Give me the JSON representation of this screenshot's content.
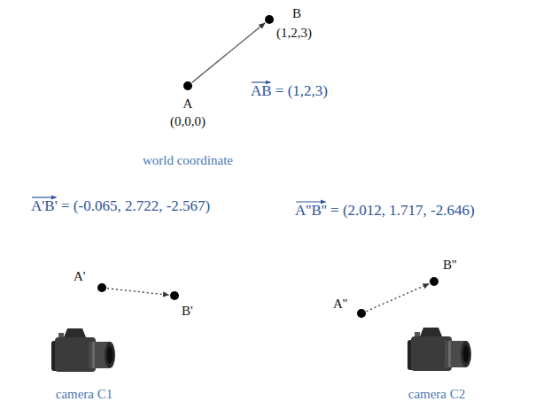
{
  "diagram": {
    "nodes": [
      {
        "text": [
          "B",
          "(1,2,3)"
        ]
      },
      {
        "text": [
          "A",
          "(0,0,0)"
        ]
      },
      {
        "text": [
          "A'"
        ]
      },
      {
        "text": [
          "B'"
        ]
      },
      {
        "text": [
          "B''"
        ]
      },
      {
        "text": [
          "A''"
        ]
      }
    ],
    "edges": [
      {
        "from": 1,
        "to": 0,
        "arrow": "to"
      },
      {
        "from": 2,
        "to": 3,
        "arrow": "to"
      },
      {
        "from": 5,
        "to": 4,
        "arrow": "to"
      }
    ],
    "labels": [
      "AB = (1,2,3)",
      "world coordinate",
      "A'B' = (-0.065, 2.722, -2.567)",
      "camera C1",
      "A''B'' = (2.012, 1.717, -2.646)",
      "camera C2"
    ]
  }
}
